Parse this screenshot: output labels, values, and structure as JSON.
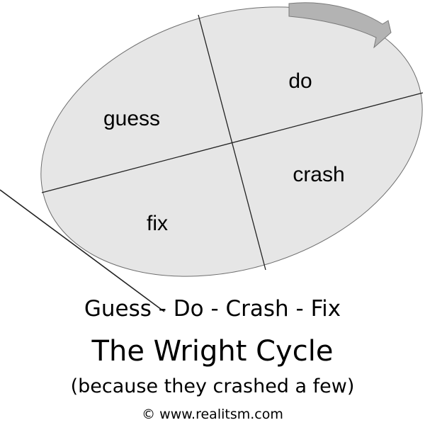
{
  "diagram": {
    "quadrants": [
      {
        "id": "guess",
        "label": "guess"
      },
      {
        "id": "do",
        "label": "do"
      },
      {
        "id": "crash",
        "label": "crash"
      },
      {
        "id": "fix",
        "label": "fix"
      }
    ],
    "fill_color": "#e6e6e6",
    "arrow_color": "#b3b3b3"
  },
  "captions": {
    "steps": "Guess - Do - Crash - Fix",
    "title": "The Wright Cycle",
    "subtitle": "(because they crashed a few)",
    "copyright": "© www.realitsm.com"
  }
}
